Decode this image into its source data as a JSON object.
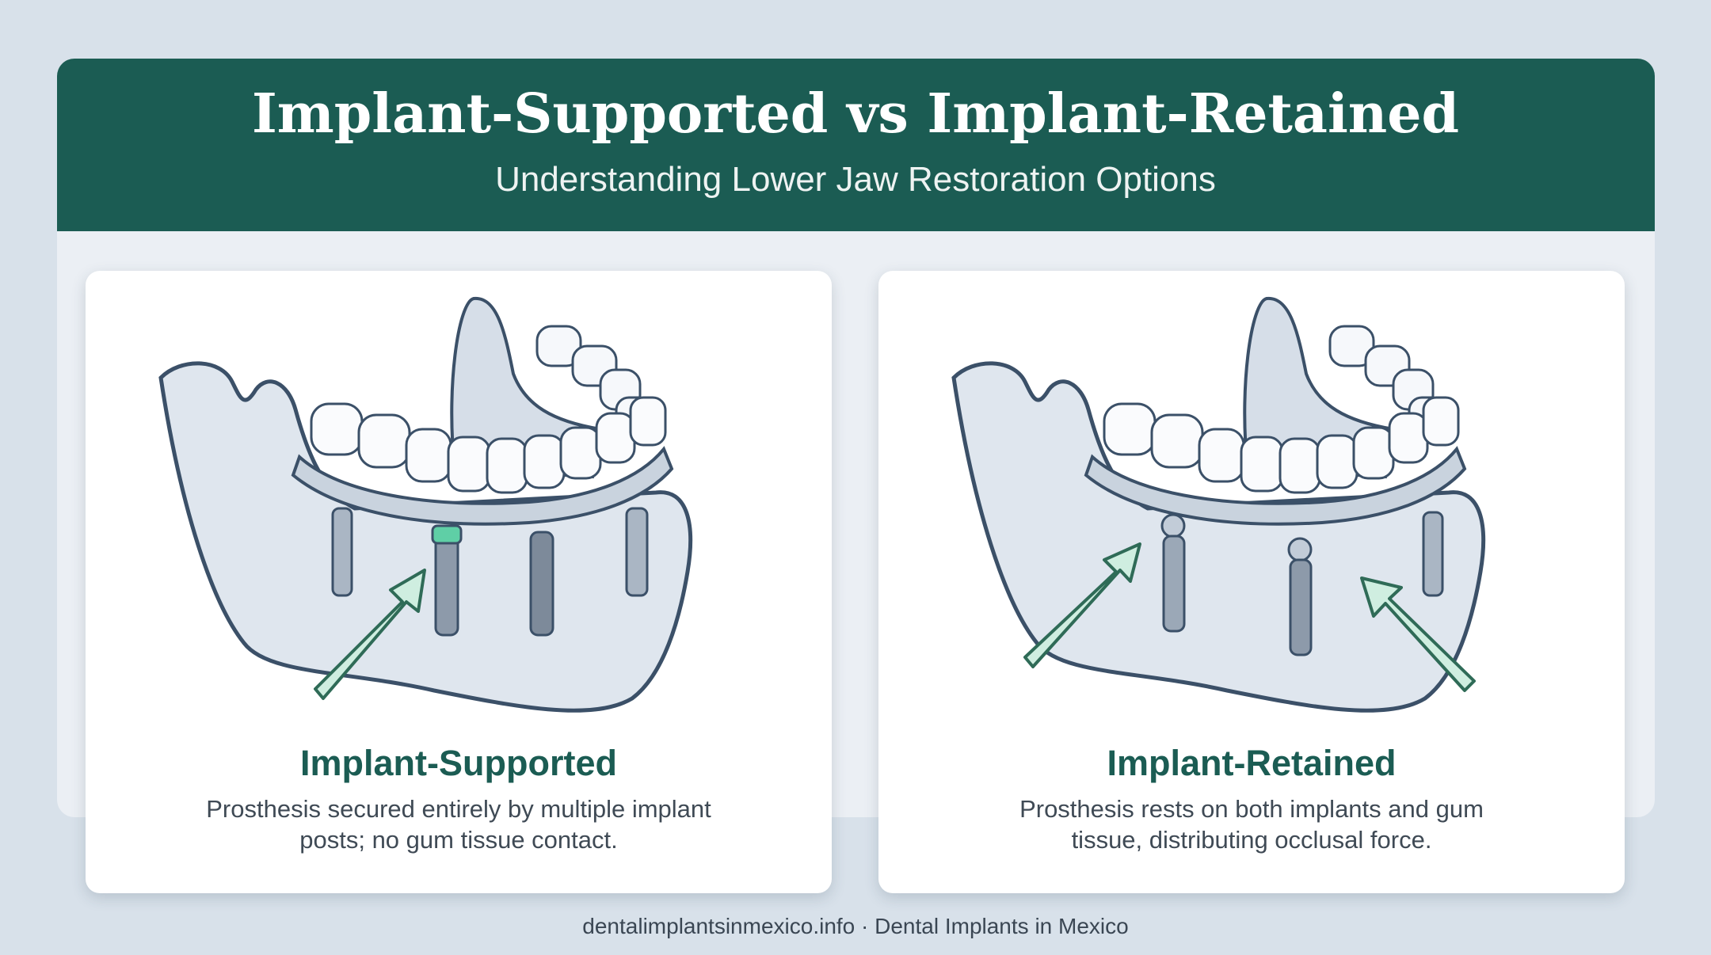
{
  "header": {
    "title": "Implant-Supported vs Implant-Retained",
    "subtitle": "Understanding Lower Jaw Restoration Options"
  },
  "cards": [
    {
      "title": "Implant-Supported",
      "description_line1": "Prosthesis secured entirely by multiple implant",
      "description_line2": "posts; no gum tissue contact."
    },
    {
      "title": "Implant-Retained",
      "description_line1": "Prosthesis rests on both implants and gum",
      "description_line2": "tissue, distributing occlusal force."
    }
  ],
  "footer": {
    "text": "dentalimplantsinmexico.info · Dental Implants in Mexico"
  },
  "colors": {
    "header_bg": "#1b5c53",
    "accent_green": "#cfeee0",
    "bone": "#dfe6ee",
    "outline": "#3b5068"
  }
}
